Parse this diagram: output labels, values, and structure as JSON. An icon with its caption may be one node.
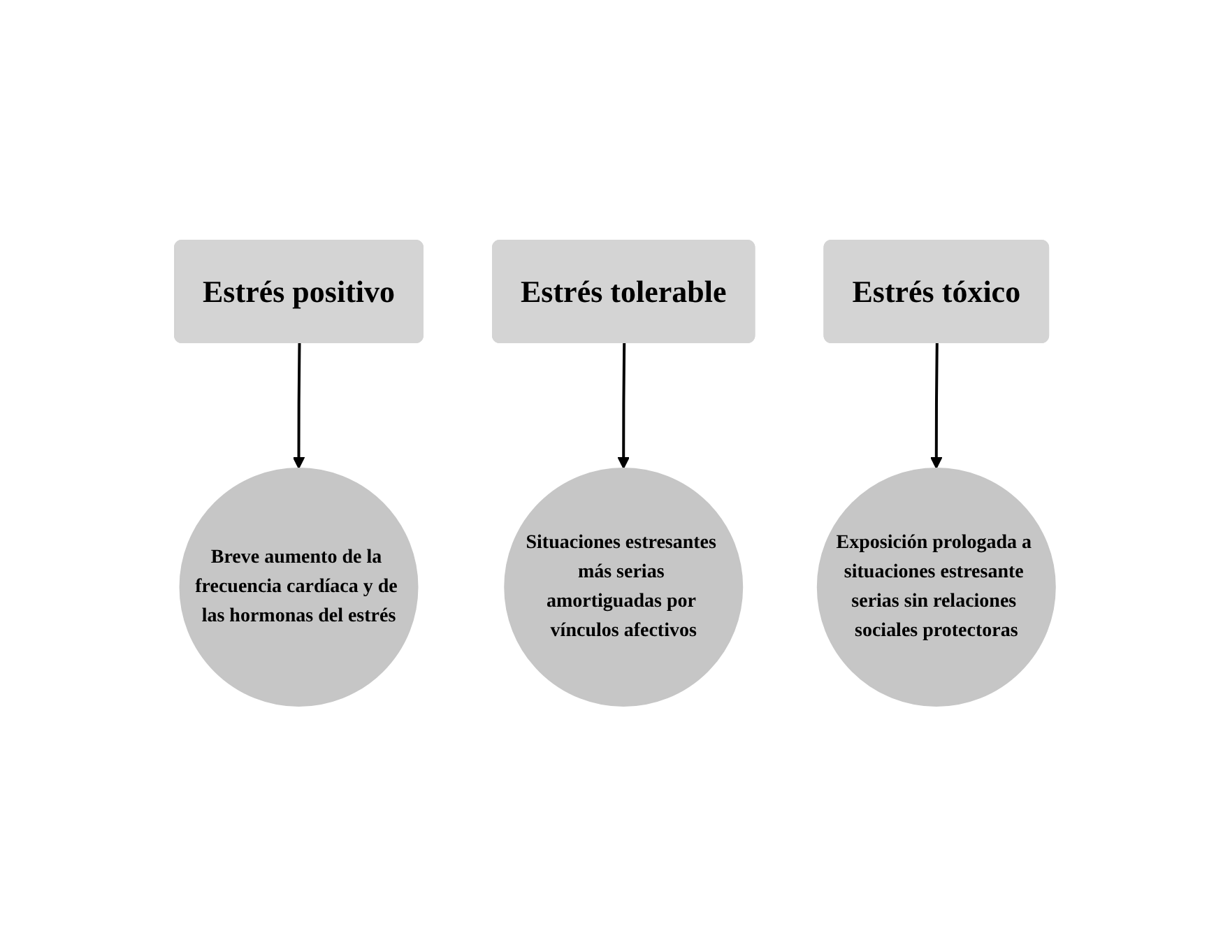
{
  "diagram": {
    "nodes": [
      {
        "text": [
          "Estrés positivo"
        ]
      },
      {
        "text": [
          "Estrés tolerable"
        ]
      },
      {
        "text": [
          "Estrés tóxico"
        ]
      },
      {
        "text": [
          "Breve aumento de la frecuencia cardíaca y de las hormonas del estrés"
        ]
      },
      {
        "text": [
          "Situaciones estresantes más serias amortiguadas por vínculos afectivos"
        ]
      },
      {
        "text": [
          "Exposición prologada a situaciones estresante serias sin relaciones sociales protectoras"
        ]
      }
    ],
    "edges": [
      {
        "from": 0,
        "to": 3,
        "arrow": "to"
      },
      {
        "from": 1,
        "to": 4,
        "arrow": "to"
      },
      {
        "from": 2,
        "to": 5,
        "arrow": "to"
      }
    ]
  }
}
